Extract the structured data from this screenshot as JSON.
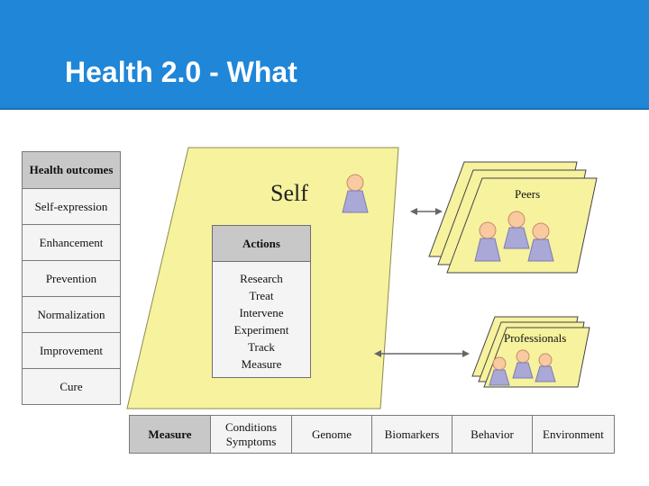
{
  "slide": {
    "title": "Health 2.0 - What"
  },
  "health_outcomes": {
    "header": "Health outcomes",
    "items": [
      "Self-expression",
      "Enhancement",
      "Prevention",
      "Normalization",
      "Improvement",
      "Cure"
    ]
  },
  "self": {
    "label": "Self"
  },
  "actions": {
    "header": "Actions",
    "items": [
      "Research",
      "Treat",
      "Intervene",
      "Experiment",
      "Track",
      "Measure"
    ]
  },
  "peers": {
    "label": "Peers"
  },
  "professionals": {
    "label": "Professionals"
  },
  "factors": {
    "header": "Measure",
    "items": [
      "Conditions Symptoms",
      "Genome",
      "Biomarkers",
      "Behavior",
      "Environment"
    ]
  },
  "colors": {
    "header_bg": "#1f86d8",
    "panel_yellow": "#f7f29e",
    "cell_gray": "#c8c8c8",
    "person_head": "#f9c9a0",
    "person_body": "#a9a8d6"
  }
}
